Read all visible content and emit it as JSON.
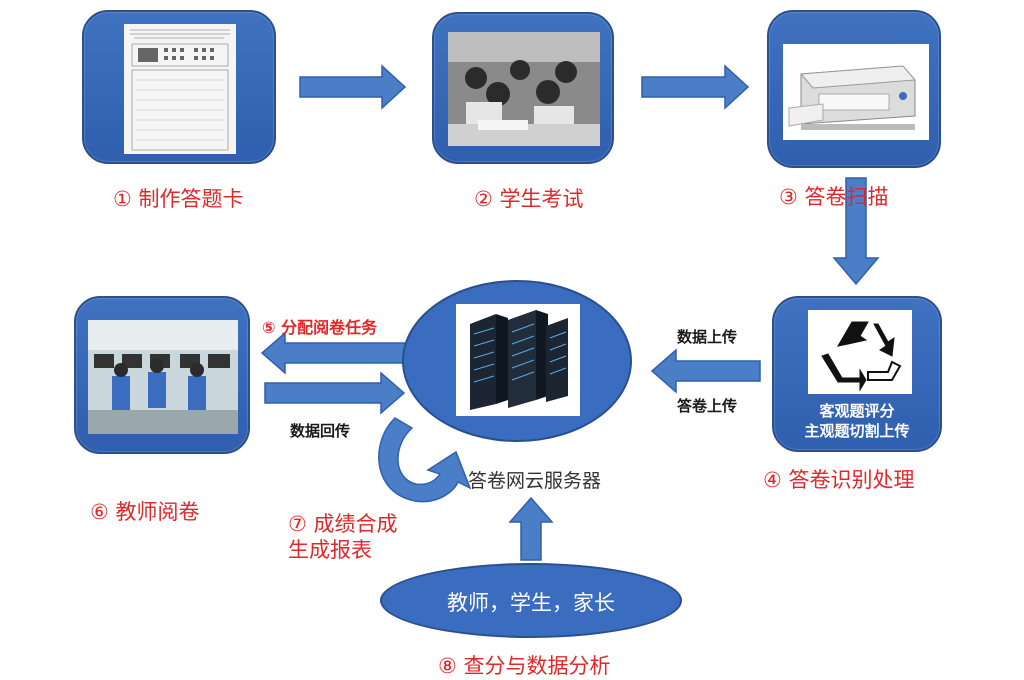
{
  "steps": {
    "s1": "① 制作答题卡",
    "s2": "② 学生考试",
    "s3": "③ 答卷扫描",
    "s4": "④ 答卷识别处理",
    "s5": "⑤ 分配阅卷任务",
    "s6": "⑥ 教师阅卷",
    "s7_line1": "⑦ 成绩合成",
    "s7_line2": "生成报表",
    "s8": "⑧ 查分与数据分析"
  },
  "edges": {
    "data_upload": "数据上传",
    "paper_upload": "答卷上传",
    "data_return": "数据回传"
  },
  "recognition": {
    "line1": "客观题评分",
    "line2": "主观题切割上传"
  },
  "server_label": "答卷网云服务器",
  "users_label": "教师，学生，家长",
  "colors": {
    "box_blue": "#3a6cc0",
    "arrow_blue": "#4a7fc8",
    "label_red": "#e0282a"
  }
}
